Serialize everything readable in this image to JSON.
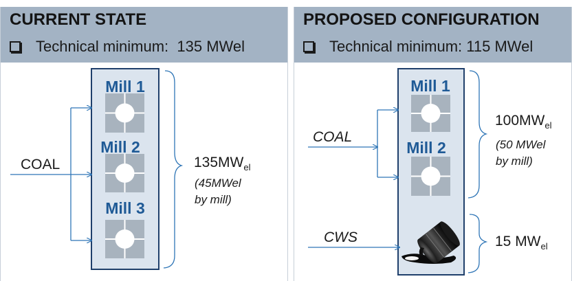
{
  "left_panel": {
    "title": "CURRENT STATE",
    "subtitle": "Technical minimum:  135 MWel",
    "mills": [
      "Mill 1",
      "Mill 2",
      "Mill 3"
    ],
    "input_label": "COAL",
    "output_main": "135MW",
    "output_sub": "el",
    "note_line1": "(45MWel",
    "note_line2": "by mill)"
  },
  "right_panel": {
    "title": "PROPOSED CONFIGURATION",
    "subtitle": "Technical minimum: 115 MWel",
    "mills": [
      "Mill 1",
      "Mill 2"
    ],
    "input_label": "COAL",
    "output_main": "100MW",
    "output_sub": "el",
    "note_line1": "(50 MWel",
    "note_line2": "by mill)",
    "cws_label": "CWS",
    "cws_output_main": "15 MW",
    "cws_output_sub": "el"
  },
  "colors": {
    "header_bg": "#a3b3c4",
    "column_fill": "#dbe4ee",
    "column_border": "#1f3f6b",
    "mill_text": "#1f5a96",
    "arrow": "#2e75b6",
    "mill_square": "#a8b3be"
  },
  "icons": [
    "checkbox-icon",
    "oil-barrel-icon"
  ]
}
